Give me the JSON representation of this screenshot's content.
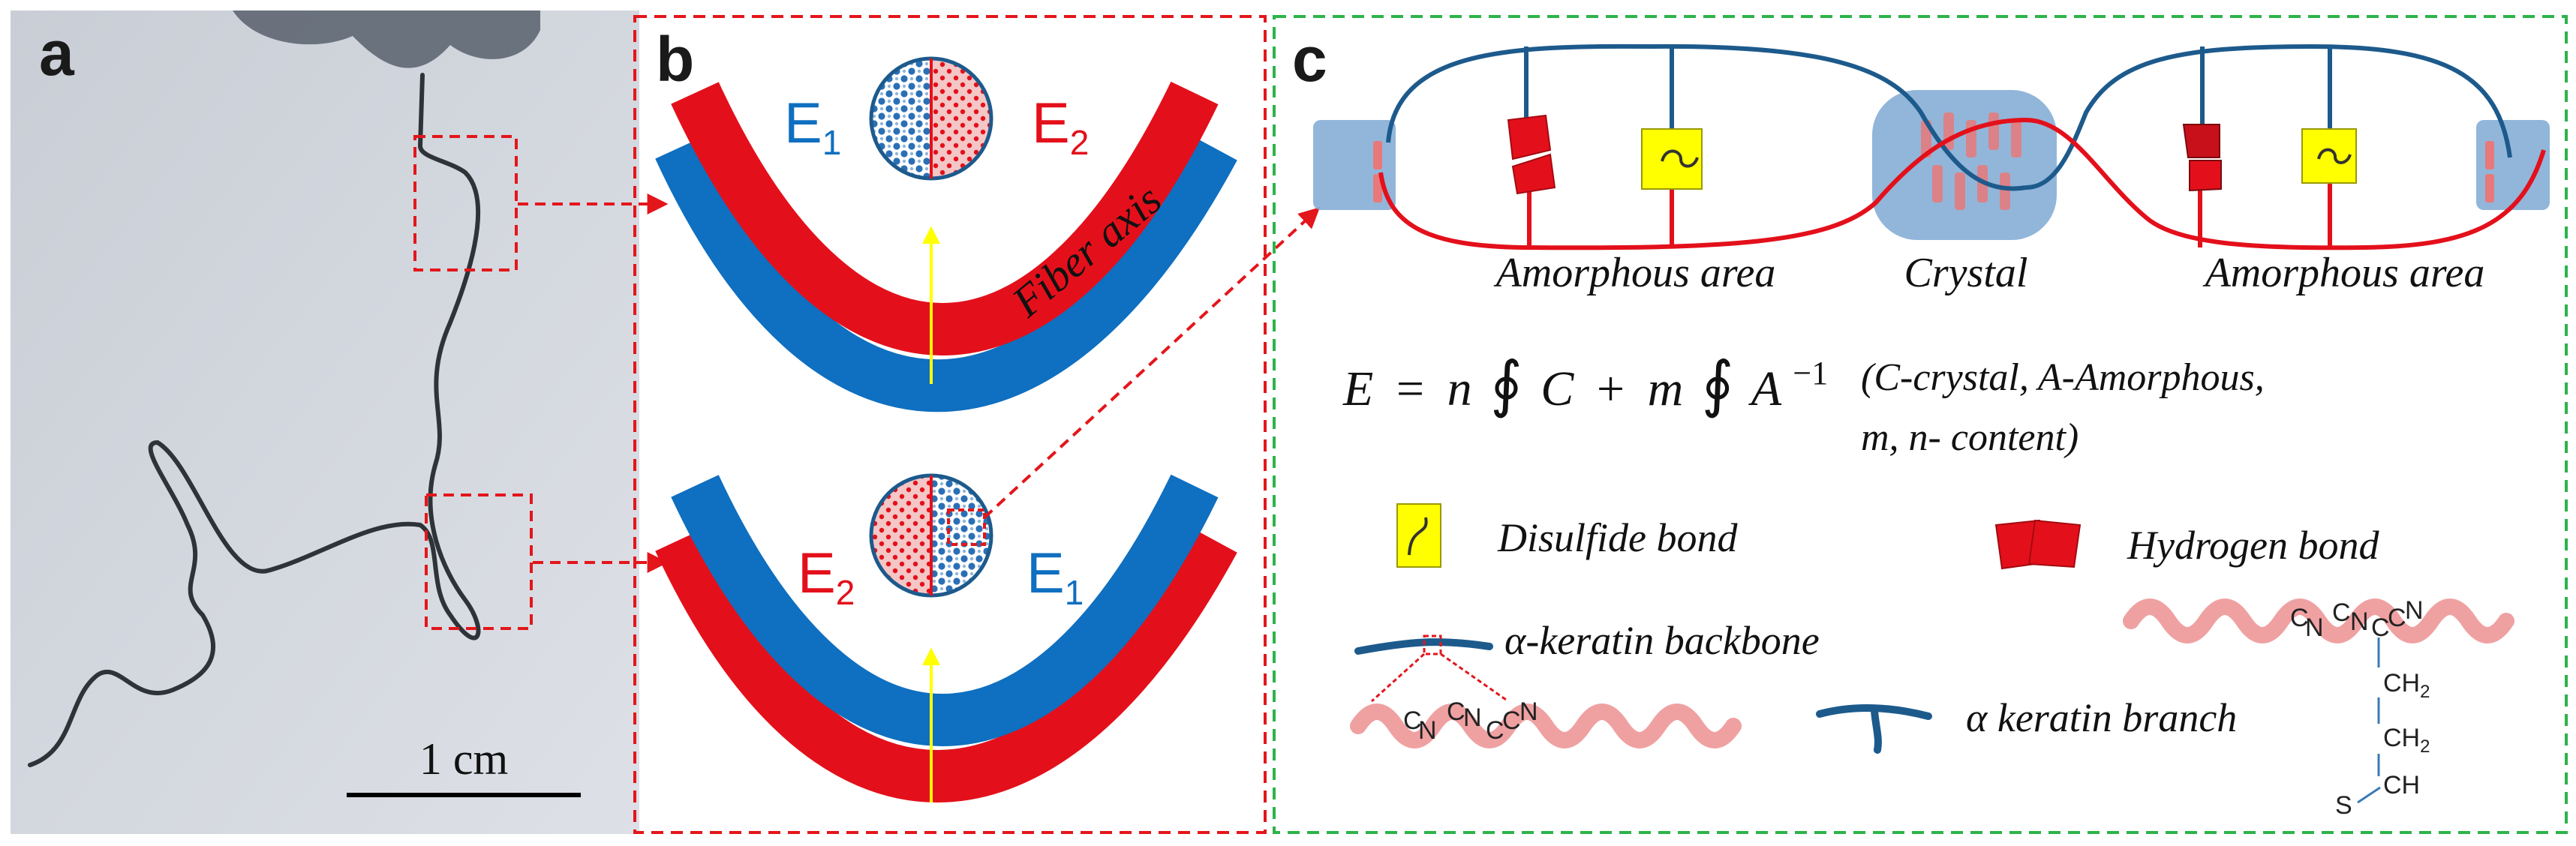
{
  "panels": {
    "a": {
      "letter": "a",
      "scale_bar_label": "1 cm"
    },
    "b": {
      "letter": "b",
      "top": {
        "left_modulus": "E",
        "left_sub": "1",
        "right_modulus": "E",
        "right_sub": "2"
      },
      "bottom": {
        "left_modulus": "E",
        "left_sub": "2",
        "right_modulus": "E",
        "right_sub": "1"
      },
      "fiber_axis_label": "Fiber axis"
    },
    "c": {
      "letter": "c",
      "region_labels": [
        "Amorphous area",
        "Crystal",
        "Amorphous area"
      ],
      "equation": {
        "lhs": "E",
        "eq": "=",
        "n": "n",
        "integral": "∮",
        "C": "C",
        "plus": "+",
        "m": "m",
        "A": "A",
        "exp": "−1"
      },
      "equation_note_line1": "(C-crystal, A-Amorphous,",
      "equation_note_line2": "m, n- content)",
      "legend": {
        "disulfide": "Disulfide bond",
        "hydrogen": "Hydrogen bond",
        "backbone": "α-keratin backbone",
        "branch": "α keratin branch"
      },
      "chem": {
        "chain_left": [
          "C",
          "N",
          "C",
          "N",
          "C",
          "C",
          "N"
        ],
        "chain_right": [
          "C",
          "N",
          "C",
          "N",
          "C",
          "C",
          "N"
        ],
        "ch2_a": "CH",
        "ch2_b": "CH",
        "sub2": "2",
        "ch": "CH",
        "s": "S"
      }
    }
  },
  "colors": {
    "red": "#e3101b",
    "blue": "#0f6fc0",
    "dark_blue": "#1d5a8c",
    "highlight_blue": "#7fa9d4",
    "yellow": "#ffff00",
    "box_red": "#e3161b",
    "box_green": "#2db34a",
    "helix_pink": "#e8797a"
  }
}
